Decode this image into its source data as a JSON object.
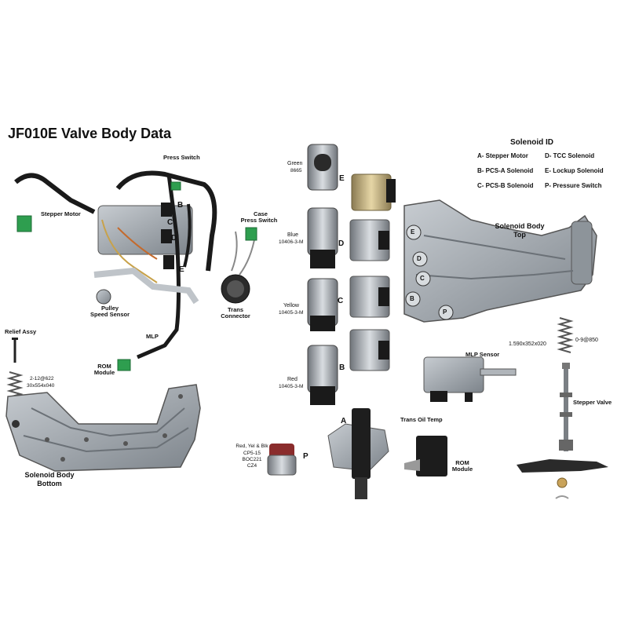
{
  "title": "JF010E Valve Body Data",
  "harness_labels": {
    "press_switch": "Press Switch",
    "stepper_motor": "Stepper Motor",
    "case_press_switch": [
      "Case",
      "Press Switch"
    ],
    "pulley_speed_sensor": [
      "Pulley",
      "Speed Sensor"
    ],
    "trans_connector": [
      "Trans",
      "Connector"
    ],
    "mlp": "MLP",
    "rom_module": [
      "ROM",
      "Module"
    ],
    "letters": [
      "B",
      "C",
      "D",
      "E"
    ]
  },
  "relief": {
    "title": "Relief Assy",
    "spring_spec": [
      "2-12@622",
      "30x554x040"
    ]
  },
  "solenoid_body_bottom": [
    "Solenoid Body",
    "Bottom"
  ],
  "solenoid_body_top": [
    "Solenoid Body",
    "Top"
  ],
  "solenoids": [
    {
      "color": "Green",
      "part": "8665",
      "letter": "E"
    },
    {
      "color": "Blue",
      "part": "10406-3-M",
      "letter": "D"
    },
    {
      "color": "Yellow",
      "part": "10405-3-M",
      "letter": "C"
    },
    {
      "color": "Red",
      "part": "10405-3-M",
      "letter": "B"
    }
  ],
  "solenoid_id": {
    "title": "Solenoid ID",
    "left": [
      "A- Stepper Motor",
      "B- PCS-A Solenoid",
      "C- PCS-B Solenoid"
    ],
    "right": [
      "D- TCC Solenoid",
      "E- Lockup Solenoid",
      "P- Pressure Switch"
    ]
  },
  "top_body_letters": [
    "E",
    "D",
    "C",
    "B",
    "P"
  ],
  "pressure_switch": {
    "colors": "Red, Yel & Blk",
    "parts": [
      "CP5-15",
      "BOC221",
      "CZ4"
    ],
    "letter": "P"
  },
  "stepper_letter": "A",
  "mlp_sensor": "MLP Sensor",
  "trans_oil_temp": "Trans Oil Temp",
  "rom_module2": [
    "ROM",
    "Module"
  ],
  "stepper_valve": {
    "spring1": "1.590x352x020",
    "spring2": "0-9@850",
    "label": "Stepper Valve"
  },
  "colors": {
    "harness": "#1a1a1a",
    "plate": "#9aa0a6",
    "connector_green": "#2e9e4f",
    "solenoid_brass": "#c9b27c",
    "solenoid_dark": "#222222"
  }
}
